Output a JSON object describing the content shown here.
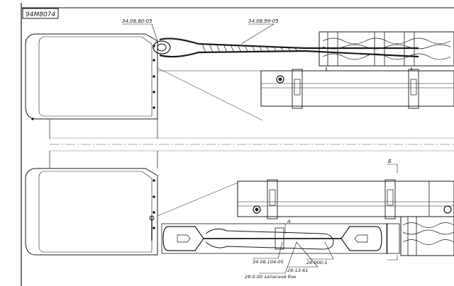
{
  "sheet": {
    "stamp": "94М8074"
  },
  "callouts": {
    "top_part": "34.08.80-05",
    "top_rope": "34.08.99-05",
    "section_mark_upper": "Б",
    "section_mark_lower": "А",
    "bottom_1": "34.08.104-05",
    "bottom_2": "28-000-1",
    "bottom_3": "28-13-61",
    "bottom_4": "28-0.00 запасной бок"
  },
  "colors": {
    "ink": "#1a1a1a",
    "paper": "#ffffff"
  }
}
